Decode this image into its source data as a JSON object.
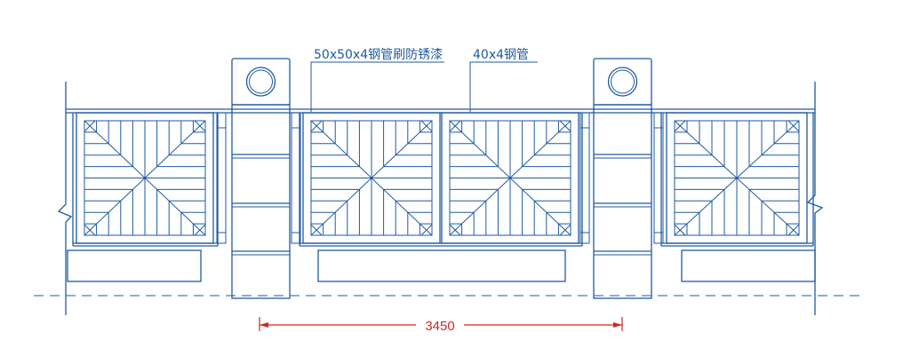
{
  "annotations": {
    "post_spec": "50x50x4钢管刷防锈漆",
    "bar_spec": "40x4钢管"
  },
  "dimension": {
    "span": "3450"
  },
  "colors": {
    "line": "#1f5aa0",
    "dimension": "#d22626",
    "background": "#ffffff"
  }
}
